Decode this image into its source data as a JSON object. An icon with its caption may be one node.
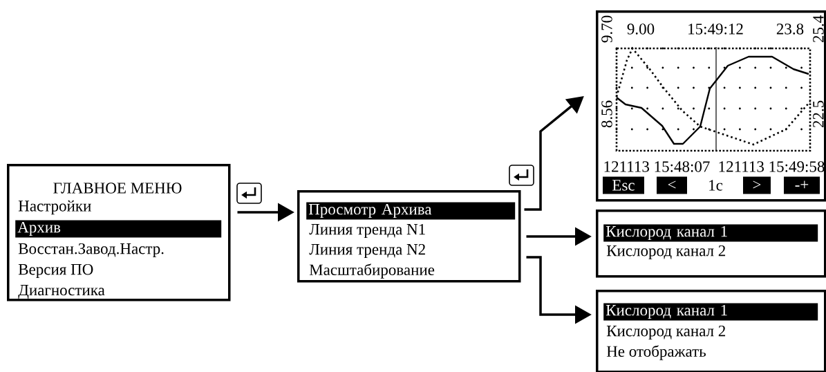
{
  "diagram": {
    "nodes": [
      {
        "text": [
          "ГЛАВНОЕ МЕНЮ",
          "Настройки",
          "Архив",
          "Восстан.Завод.Настр.",
          "Версия ПО",
          "Диагностика"
        ]
      },
      {
        "text": [
          "Просмотр Архива",
          "Линия тренда N1",
          "Линия тренда N2",
          "Масштабирование"
        ]
      },
      {
        "text": [
          "9.70",
          "9.00",
          "15:49:12",
          "23.8",
          "25.4",
          "8.56",
          "22.5",
          "121113 15:48:07",
          "121113 15:49:58",
          "Esc",
          "<",
          "1c",
          ">",
          "-+"
        ]
      },
      {
        "text": [
          "Кислород канал 1",
          "Кислород канал 2"
        ]
      },
      {
        "text": [
          "Кислород канал 1",
          "Кислород канал 2",
          "Не отображать"
        ]
      }
    ],
    "edges": [
      {
        "from": 0,
        "to": 1,
        "arrow": "to"
      },
      {
        "from": 1,
        "to": 2,
        "arrow": "to"
      },
      {
        "from": 1,
        "to": 3,
        "arrow": "to"
      },
      {
        "from": 1,
        "to": 4,
        "arrow": "to"
      }
    ]
  }
}
